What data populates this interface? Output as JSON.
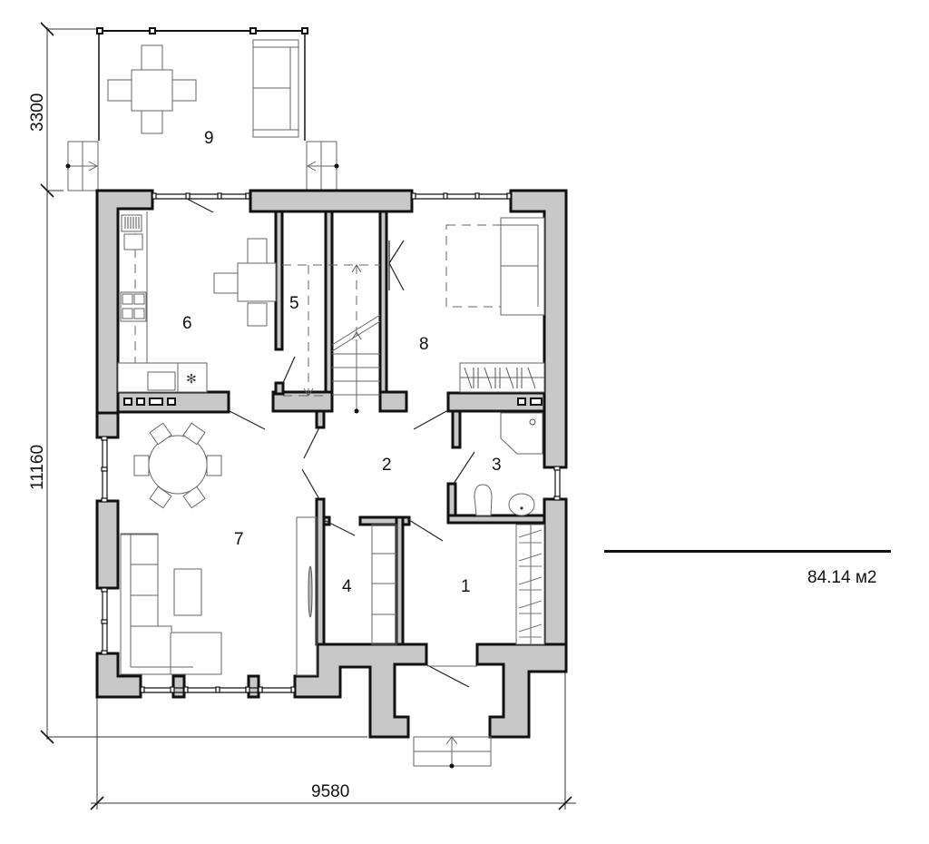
{
  "plan": {
    "type": "floor-plan",
    "dimensions": {
      "terrace_depth": "3300",
      "house_depth": "11160",
      "house_width": "9580"
    },
    "rooms": [
      {
        "id": "1",
        "label": "1"
      },
      {
        "id": "2",
        "label": "2"
      },
      {
        "id": "3",
        "label": "3"
      },
      {
        "id": "4",
        "label": "4"
      },
      {
        "id": "5",
        "label": "5"
      },
      {
        "id": "6",
        "label": "6"
      },
      {
        "id": "7",
        "label": "7"
      },
      {
        "id": "8",
        "label": "8"
      },
      {
        "id": "9",
        "label": "9"
      }
    ],
    "total_area": "84.14 м2"
  },
  "colors": {
    "wall_fill": "#c8c8c8",
    "wall_stroke": "#111111",
    "furniture": "#666666"
  }
}
